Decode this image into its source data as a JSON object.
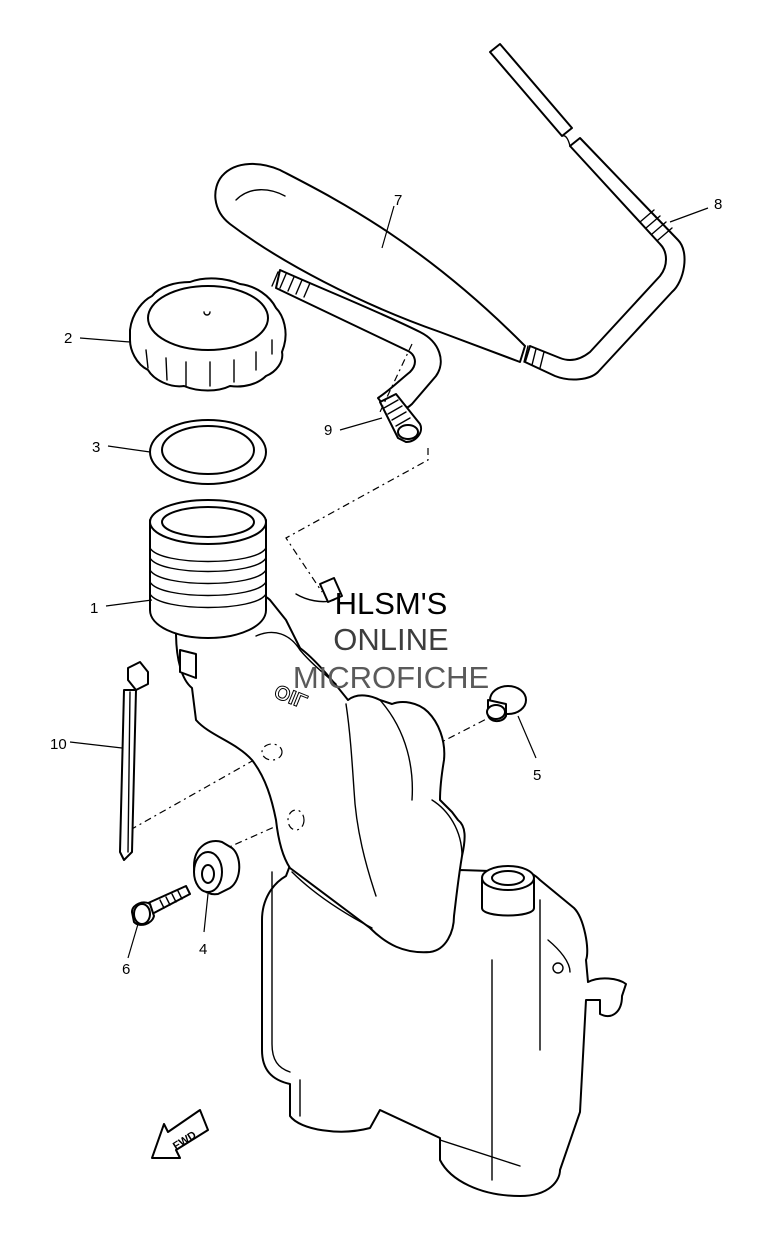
{
  "callouts": {
    "c1": "1",
    "c2": "2",
    "c3": "3",
    "c4": "4",
    "c5": "5",
    "c6": "6",
    "c7": "7",
    "c8": "8",
    "c9": "9",
    "c10": "10"
  },
  "tank_marking": "OIL",
  "fwd_arrow": "FWD",
  "watermark": {
    "line1": "HLSM'S",
    "line2": "ONLINE",
    "line3": "MICROFICHE"
  },
  "colors": {
    "line": "#000000",
    "background": "#ffffff"
  }
}
